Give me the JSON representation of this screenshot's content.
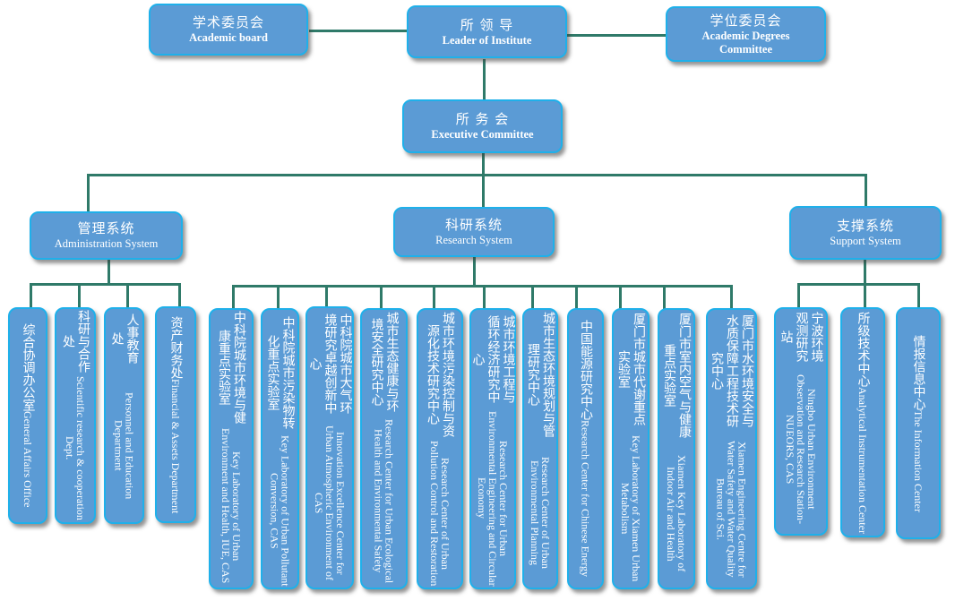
{
  "colors": {
    "box_fill": "#5b9bd5",
    "box_border": "#1fb0ea",
    "connector": "#2f7a69",
    "text": "#ffffff"
  },
  "top": {
    "academic_board": {
      "zh": "学术委员会",
      "en": "Academic board"
    },
    "leader": {
      "zh": "所 领 导",
      "en": "Leader of Institute"
    },
    "degrees": {
      "zh": "学位委员会",
      "en": "Academic Degrees Committee"
    },
    "executive": {
      "zh": "所 务 会",
      "en": "Executive Committee"
    }
  },
  "systems": {
    "admin": {
      "zh": "管理系统",
      "en": "Administration System"
    },
    "research": {
      "zh": "科研系统",
      "en": "Research System"
    },
    "support": {
      "zh": "支撑系统",
      "en": "Support System"
    }
  },
  "admin_units": [
    {
      "zh": "综合协调办公室",
      "en": "General Affairs Office"
    },
    {
      "zh": "科研与合作处",
      "en": "Scientific research & cooperation Dept."
    },
    {
      "zh": "人事教育处",
      "en": "Personnel and Education Department"
    },
    {
      "zh": "资产财务处",
      "en": "Financial & Assets Department"
    }
  ],
  "research_units": [
    {
      "zh": "中科院城市环境与健康重点实验室",
      "en": "Key Laboratory of Urban Environment and Health, IUE, CAS"
    },
    {
      "zh": "中科院城市污染物转化重点实验室",
      "en": "Key Laboratory of Urban Pollutant Conversion, CAS"
    },
    {
      "zh": "中科院城市大气环境研究卓越创新中心",
      "en": "Innovation Excellence Center for Urban Atmospheric Environment of CAS"
    },
    {
      "zh": "城市生态健康与环境安全研究中心",
      "en": "Research Center for Urban Ecological Health and Environmental Safety"
    },
    {
      "zh": "城市环境污染控制与资源化技术研究中心",
      "en": "Research Center of Urban Pollution Control and Restoration"
    },
    {
      "zh": "城市环境工程与循环经济研究中心",
      "en": "Research Center for Urban Environmental Engineering and Circular Economy"
    },
    {
      "zh": "城市生态环境规划与管理研究中心",
      "en": "Research Center of Urban Environmental Planning"
    },
    {
      "zh": "中国能源研究中心",
      "en": "Research Center for Chinese Energy"
    },
    {
      "zh": "厦门市城市代谢重点实验室",
      "en": "Key Laboratory of Xiamen Urban Metabolism"
    },
    {
      "zh": "厦门市室内空气与健康重点实验室",
      "en": "Xiamen Key Laboratory of Indoor Air and Health"
    },
    {
      "zh": "厦门市水环境安全与水质保障工程技术研究中心",
      "en": "Xiamen Engineering Centre for Water Safety and Water Quality Bureau of Sci."
    }
  ],
  "support_units": [
    {
      "zh": "宁波环境观测研究站",
      "en": "Ningbo Urban Environment Observation and Research Station-NUEORS, CAS"
    },
    {
      "zh": "所级技术中心",
      "en": "Analytical Instrumentation Center"
    },
    {
      "zh": "情报信息中心",
      "en": "The Information Center"
    }
  ]
}
